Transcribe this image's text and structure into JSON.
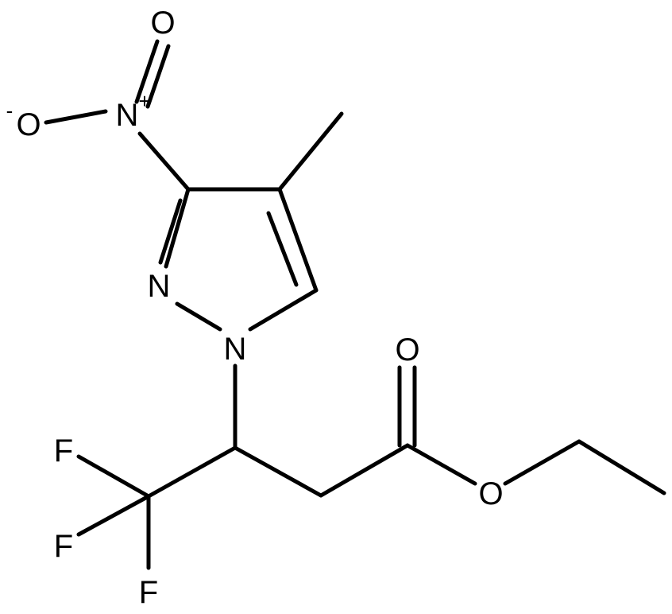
{
  "molecule": {
    "atoms": {
      "o_minus": {
        "symbol": "O",
        "charge": "-"
      },
      "n_nitro": {
        "symbol": "N",
        "charge": "+"
      },
      "o_nitro": {
        "symbol": "O"
      },
      "n2": {
        "symbol": "N"
      },
      "n1": {
        "symbol": "N"
      },
      "o_carbonyl": {
        "symbol": "O"
      },
      "o_ester": {
        "symbol": "O"
      },
      "f1": {
        "symbol": "F"
      },
      "f2": {
        "symbol": "F"
      },
      "f3": {
        "symbol": "F"
      }
    },
    "line_color": "#000000"
  }
}
